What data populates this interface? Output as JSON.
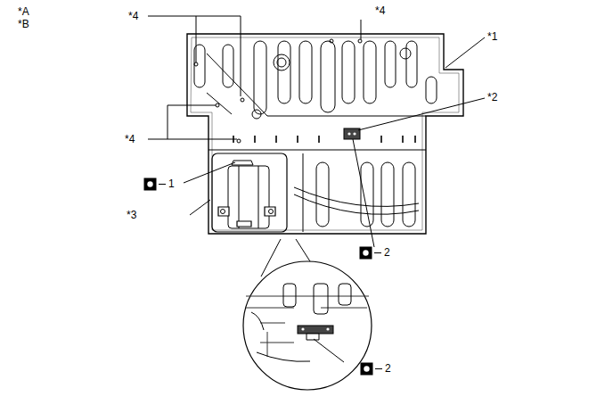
{
  "diagram": {
    "labels": [
      "*A",
      "*B",
      "*4",
      "*4",
      "*1",
      "*2",
      "*4",
      "1",
      "*3",
      "2",
      "2"
    ]
  }
}
